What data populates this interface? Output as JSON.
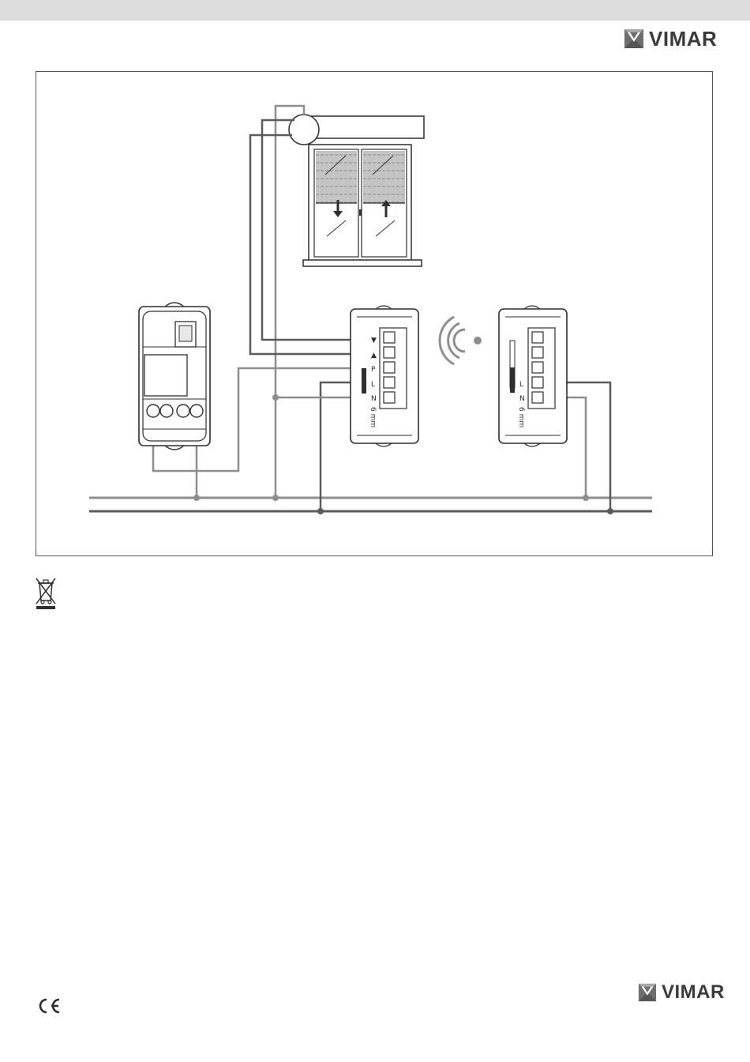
{
  "brand": {
    "name": "VIMAR"
  },
  "diagram": {
    "title": "",
    "receiver_terminal_labels": [
      "▼",
      "▲",
      "P",
      "L",
      "N"
    ],
    "receiver_strip_label": "6 mm",
    "transmitter_terminal_labels": [
      "L",
      "N"
    ],
    "transmitter_strip_label": "6 mm"
  },
  "colors": {
    "wire_dark": "#5a5a5a",
    "wire_light": "#8e8e8e",
    "outline": "#2e2e2e",
    "blind": "#b9b9b9"
  },
  "icons": [
    "weee-bin-icon",
    "ce-mark-icon",
    "vimar-logo-icon",
    "radio-waves-icon"
  ]
}
